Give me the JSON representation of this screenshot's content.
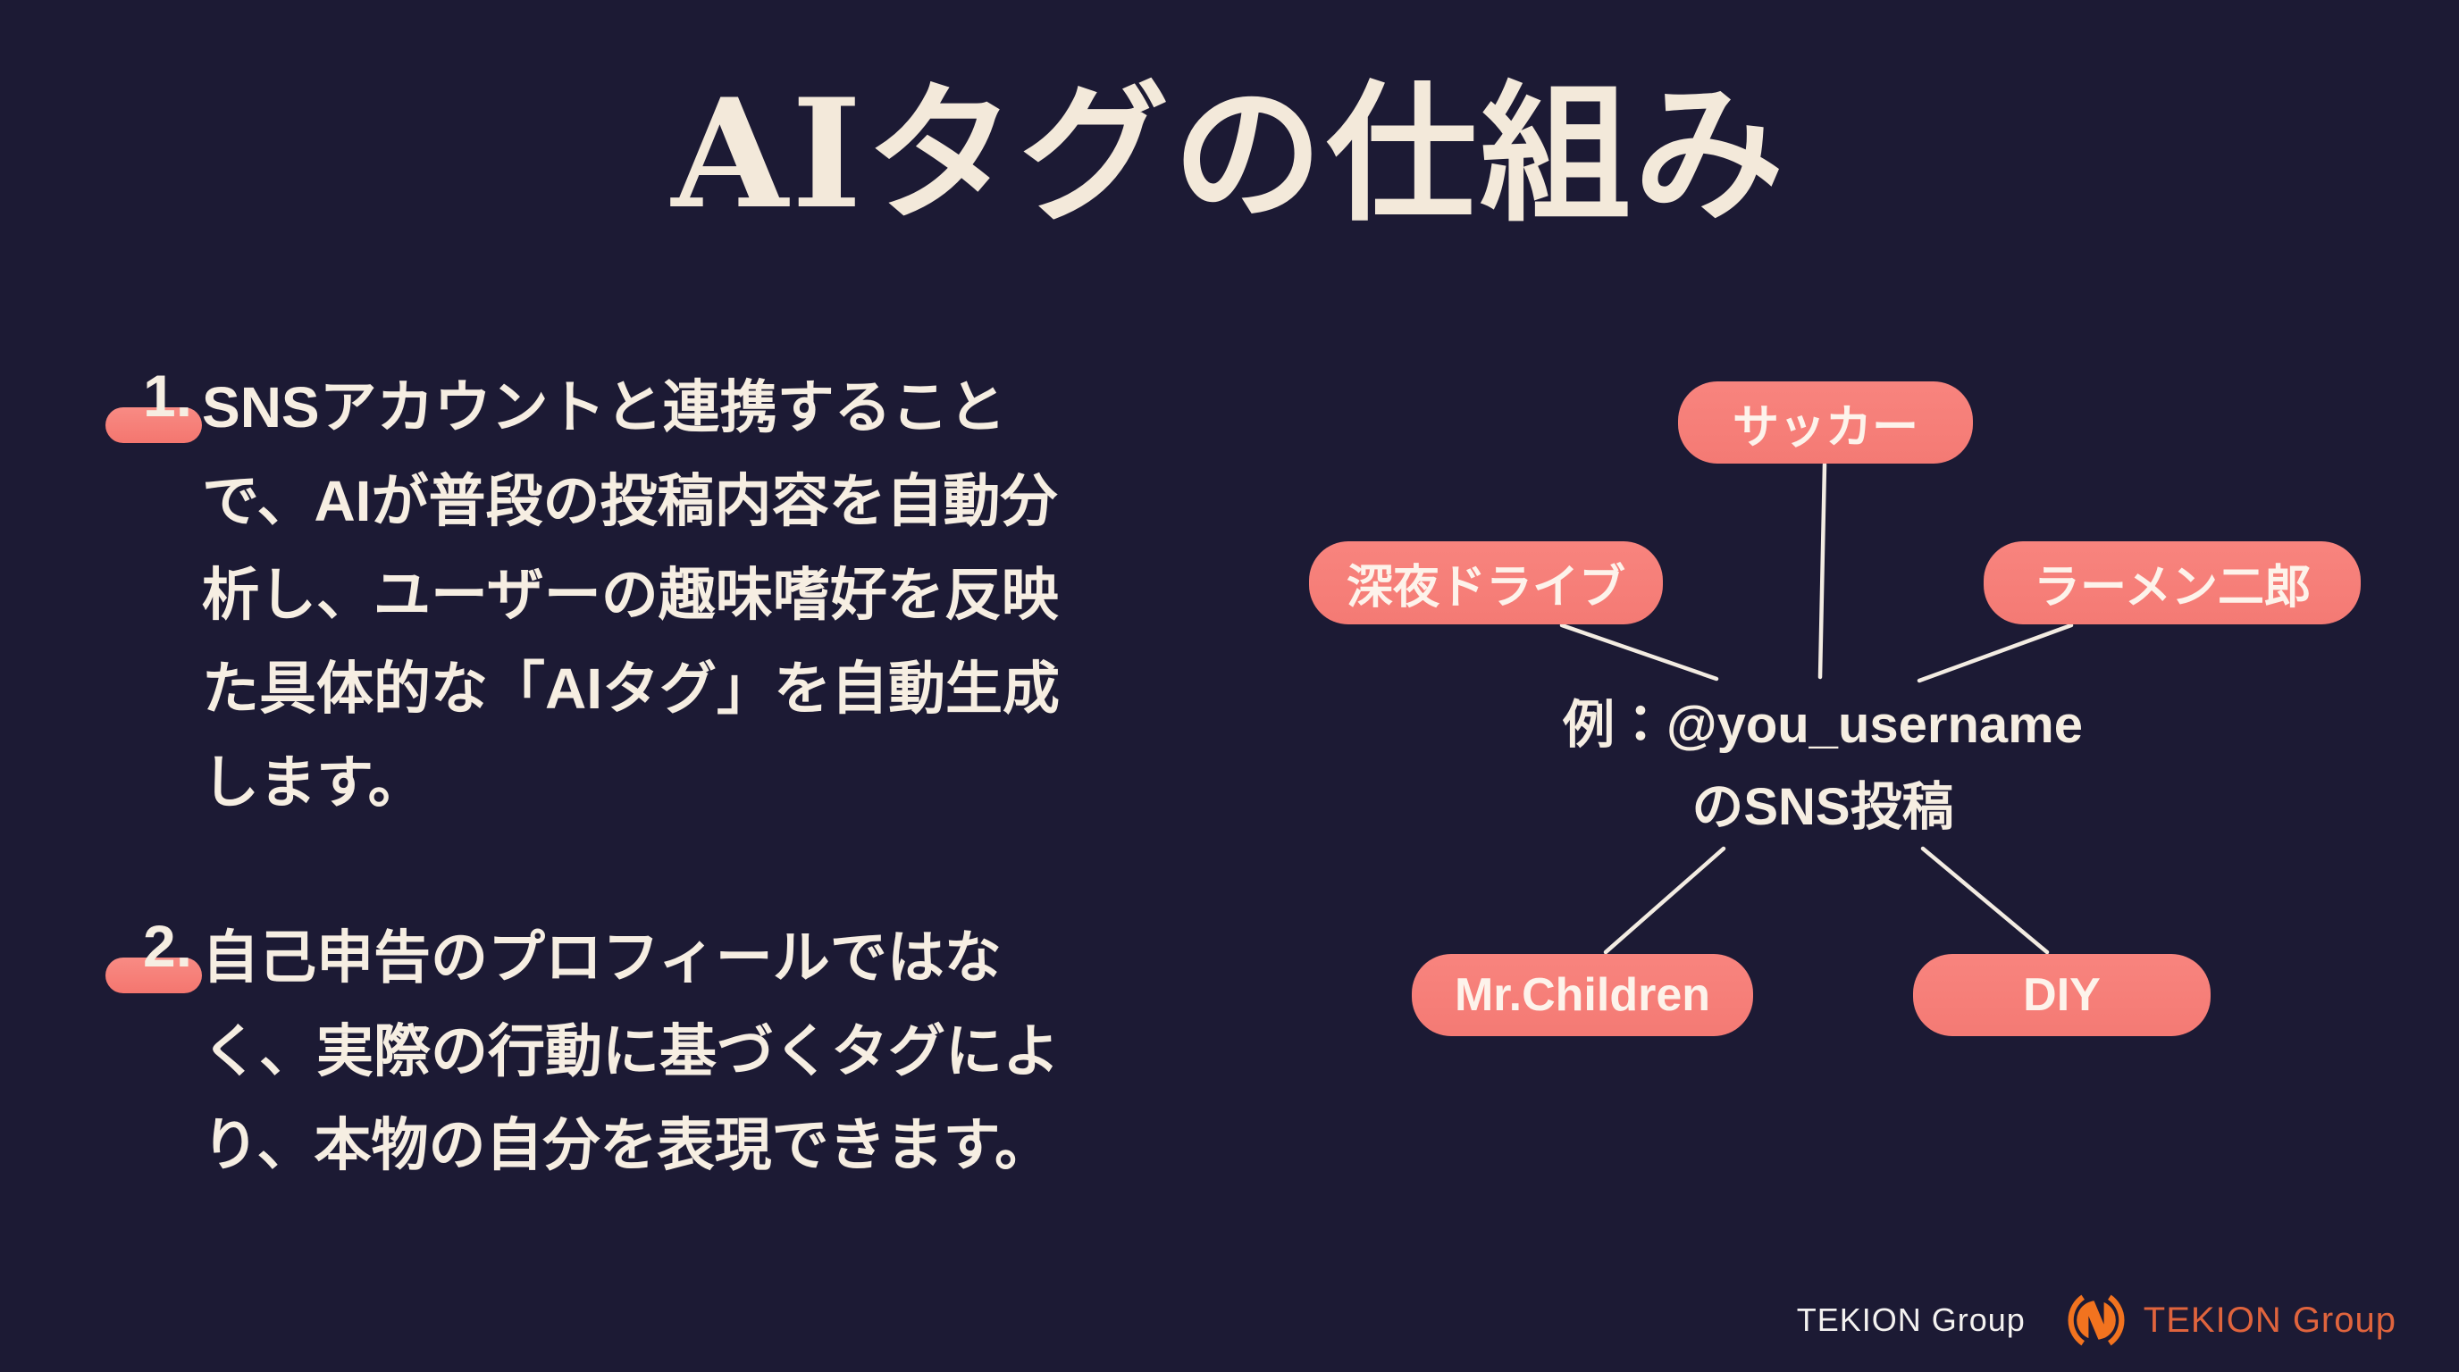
{
  "slide": {
    "title": "AIタグの仕組み",
    "list": [
      {
        "number": "1.",
        "lines": [
          "SNSアカウントと連携すること",
          "で、AIが普段の投稿内容を自動分",
          "析し、ユーザーの趣味嗜好を反映",
          "た具体的な「AIタグ」を自動生成",
          "します。"
        ]
      },
      {
        "number": "2.",
        "lines": [
          "自己申告のプロフィールではな",
          "く、実際の行動に基づくタグによ",
          "り、本物の自分を表現できます。"
        ]
      }
    ],
    "diagram": {
      "center_lines": [
        "例：@you_username",
        "のSNS投稿"
      ],
      "tags": [
        {
          "label": "サッカー"
        },
        {
          "label": "深夜ドライブ"
        },
        {
          "label": "ラーメン二郎"
        },
        {
          "label": "Mr.Children"
        },
        {
          "label": "DIY"
        }
      ]
    },
    "footer": {
      "wordmark_plain": "TEKION Group",
      "wordmark_brand": "TEKION Group"
    },
    "colors": {
      "background": "#1c1a34",
      "tag_pill": "#f5807a",
      "body_text": "#f6eee2",
      "title_text": "#f3e9da",
      "connector_line": "#f3ece2",
      "logo_orange": "#f2731f",
      "brand_text_orange": "#e0643d"
    }
  }
}
